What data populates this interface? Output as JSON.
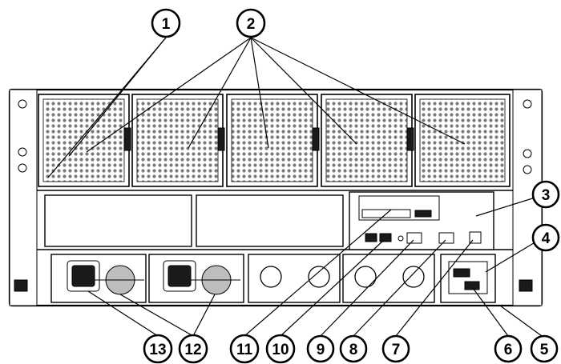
{
  "callouts": [
    {
      "id": "1",
      "label": "1"
    },
    {
      "id": "2",
      "label": "2"
    },
    {
      "id": "3",
      "label": "3"
    },
    {
      "id": "4",
      "label": "4"
    },
    {
      "id": "5",
      "label": "5"
    },
    {
      "id": "6",
      "label": "6"
    },
    {
      "id": "7",
      "label": "7"
    },
    {
      "id": "8",
      "label": "8"
    },
    {
      "id": "9",
      "label": "9"
    },
    {
      "id": "10",
      "label": "10"
    },
    {
      "id": "11",
      "label": "11"
    },
    {
      "id": "12",
      "label": "12"
    },
    {
      "id": "13",
      "label": "13"
    }
  ],
  "colors": {
    "line": "#000000",
    "background": "#ffffff",
    "mesh": "#6e6e6e"
  }
}
